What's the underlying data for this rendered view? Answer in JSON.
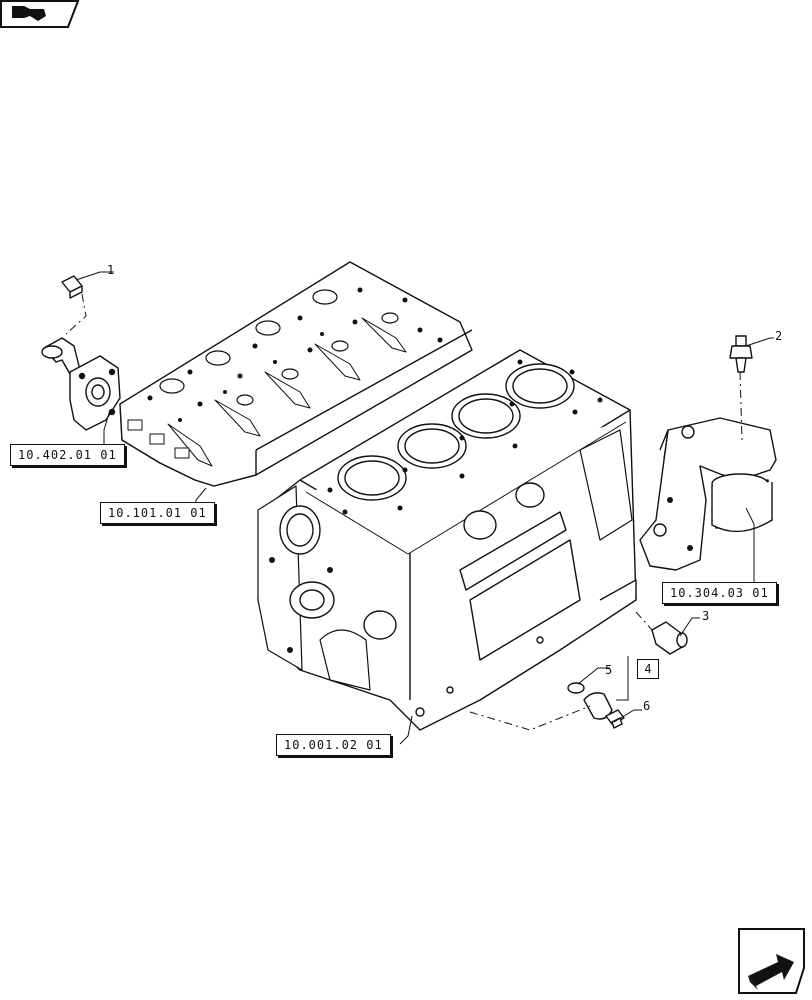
{
  "references": {
    "thermostat_housing": "10.402.01 01",
    "cylinder_head": "10.101.01 01",
    "oil_filter_head": "10.304.03 01",
    "crankcase": "10.001.02 01"
  },
  "callouts": {
    "item1": "1",
    "item2": "2",
    "item3": "3",
    "item4": "4",
    "item5": "5",
    "item6": "6"
  },
  "navigation": {
    "back_icon": "arrow-back-icon",
    "forward_icon": "arrow-forward-icon"
  },
  "colors": {
    "line": "#111111",
    "background": "#ffffff"
  }
}
